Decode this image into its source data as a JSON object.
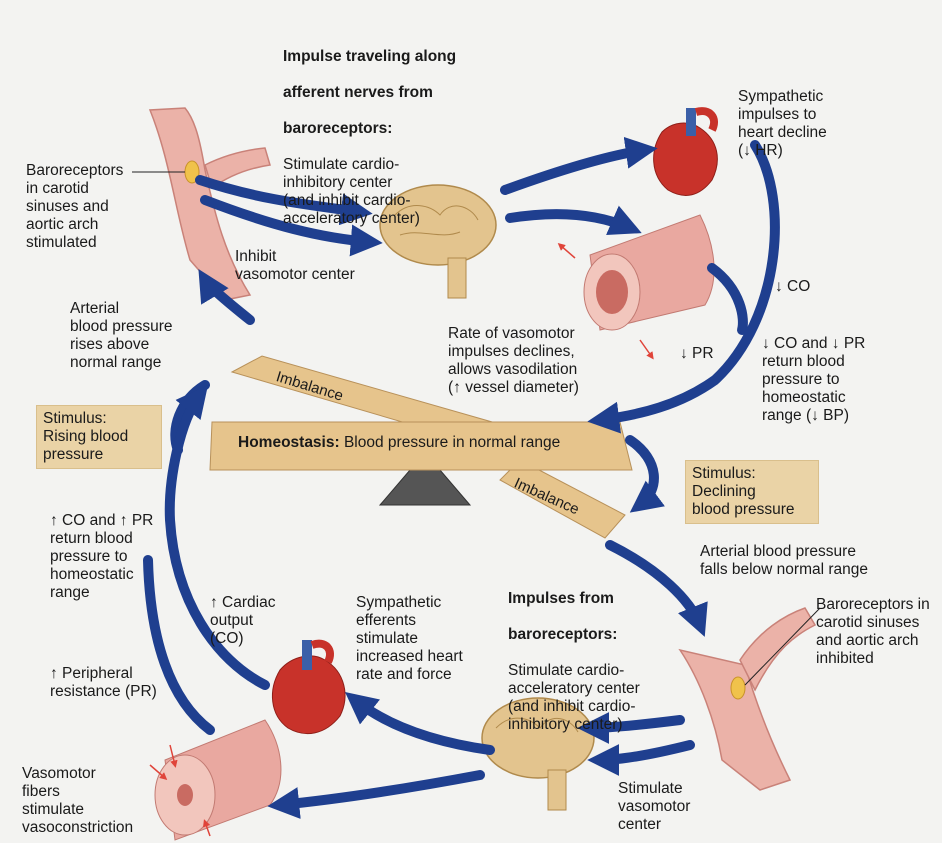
{
  "labels": {
    "impulse_afferent_title_1": "Impulse traveling along",
    "impulse_afferent_title_2": "afferent nerves from",
    "impulse_afferent_title_3": "baroreceptors:",
    "impulse_afferent_body": "Stimulate cardio-\ninhibitory center\n(and inhibit cardio-\nacceleratory center)",
    "sympathetic_decline": "Sympathetic\nimpulses to\nheart decline\n(↓ HR)",
    "baroreceptors_stimulated": "Baroreceptors\nin carotid\nsinuses and\naortic arch\nstimulated",
    "inhibit_vasomotor": "Inhibit\nvasomotor center",
    "co_down": "↓ CO",
    "arterial_rises": "Arterial\nblood pressure\nrises above\nnormal range",
    "vasomotor_declines": "Rate of vasomotor\nimpulses declines,\nallows vasodilation\n(↑ vessel diameter)",
    "pr_down": "↓ PR",
    "co_pr_down_return": "↓ CO and ↓ PR\nreturn blood\npressure to\nhomeostatic\nrange (↓ BP)",
    "stimulus_rising": "Stimulus:\nRising blood\npressure",
    "homeostasis_bold": "Homeostasis:",
    "homeostasis_rest": " Blood pressure in normal range",
    "imbalance_top": "Imbalance",
    "imbalance_bottom": "Imbalance",
    "stimulus_declining": "Stimulus:\nDeclining\nblood pressure",
    "co_pr_up_return": "↑ CO and ↑ PR\nreturn blood\npressure to\nhomeostatic\nrange",
    "arterial_falls": "Arterial blood pressure\nfalls below normal range",
    "impulses_from_title_1": "Impulses from",
    "impulses_from_title_2": "baroreceptors:",
    "impulses_from_body": "Stimulate cardio-\nacceleratory center\n(and inhibit cardio-\ninhibitory center)",
    "cardiac_output": "↑ Cardiac\noutput\n(CO)",
    "sympathetic_efferents": "Sympathetic\nefferents\nstimulate\nincreased heart\nrate and force",
    "baroreceptors_inhibited": "Baroreceptors in\ncarotid sinuses\nand aortic arch\ninhibited",
    "peripheral_resistance": "↑ Peripheral\nresistance (PR)",
    "vasomotor_fibers": "Vasomotor\nfibers\nstimulate\nvasoconstriction",
    "stimulate_vasomotor": "Stimulate\nvasomotor\ncenter"
  },
  "colors": {
    "arrow": "#1f3f8f",
    "beam": "#e6c48c",
    "stimulus_box": "#ead3a6",
    "artery": "#e9a8a0",
    "heart": "#c8322a",
    "brain": "#e3c48e"
  }
}
